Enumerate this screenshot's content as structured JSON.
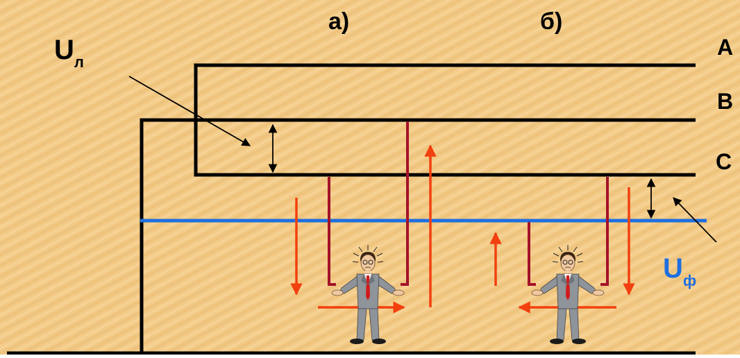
{
  "labels": {
    "case_a": "а)",
    "case_b": "б)",
    "phase_a": "A",
    "phase_b": "B",
    "phase_c": "C",
    "u_line_main": "U",
    "u_line_sub": "л",
    "u_phase_main": "U",
    "u_phase_sub": "ф"
  },
  "colors": {
    "background": "#f3cc8a",
    "wire": "#000000",
    "neutral_wire": "#1e6fe0",
    "person_wire": "#a3122a",
    "current_arrow": "#f2400e",
    "u_phase_label": "#1e6fe0",
    "u_line_label": "#000000"
  },
  "icons": [
    "person-icon-a",
    "person-icon-b",
    "voltage-arrow-icon",
    "pointer-arrow-icon",
    "current-arrow-icon"
  ]
}
